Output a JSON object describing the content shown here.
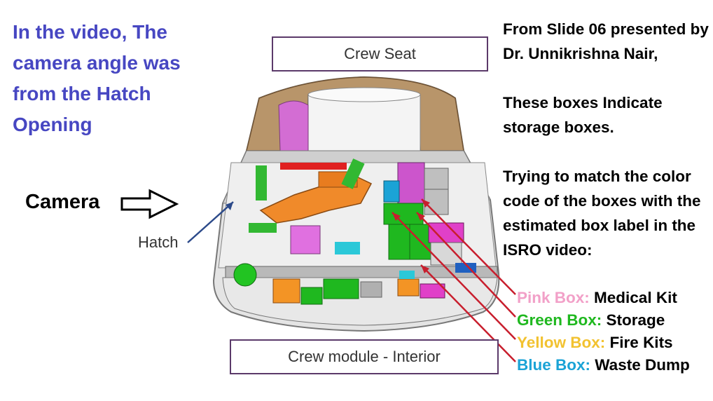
{
  "intro": {
    "text": "In the video, The\ncamera angle was\nfrom the Hatch\nOpening",
    "color": "#4747c2"
  },
  "camera": {
    "label": "Camera",
    "icon": "arrow-right-outline-icon"
  },
  "hatch": {
    "label": "Hatch"
  },
  "crew_seat_label": "Crew Seat",
  "crew_module_label": "Crew module - Interior",
  "notes": {
    "line1": "From Slide 06 presented by Dr. Unnikrishna Nair,",
    "line2": "These boxes Indicate storage boxes.",
    "line3": "Trying to match the color code of the boxes with the estimated box label in the ISRO video:"
  },
  "legend": [
    {
      "label": "Pink Box:",
      "meaning": "Medical Kit",
      "color": "#f2a0c8"
    },
    {
      "label": "Green Box:",
      "meaning": "Storage",
      "color": "#1fb81f"
    },
    {
      "label": "Yellow Box:",
      "meaning": "Fire Kits",
      "color": "#f2c230"
    },
    {
      "label": "Blue Box:",
      "meaning": "Waste Dump",
      "color": "#1ba3d6"
    }
  ],
  "arrow_color": "#c81e2d"
}
